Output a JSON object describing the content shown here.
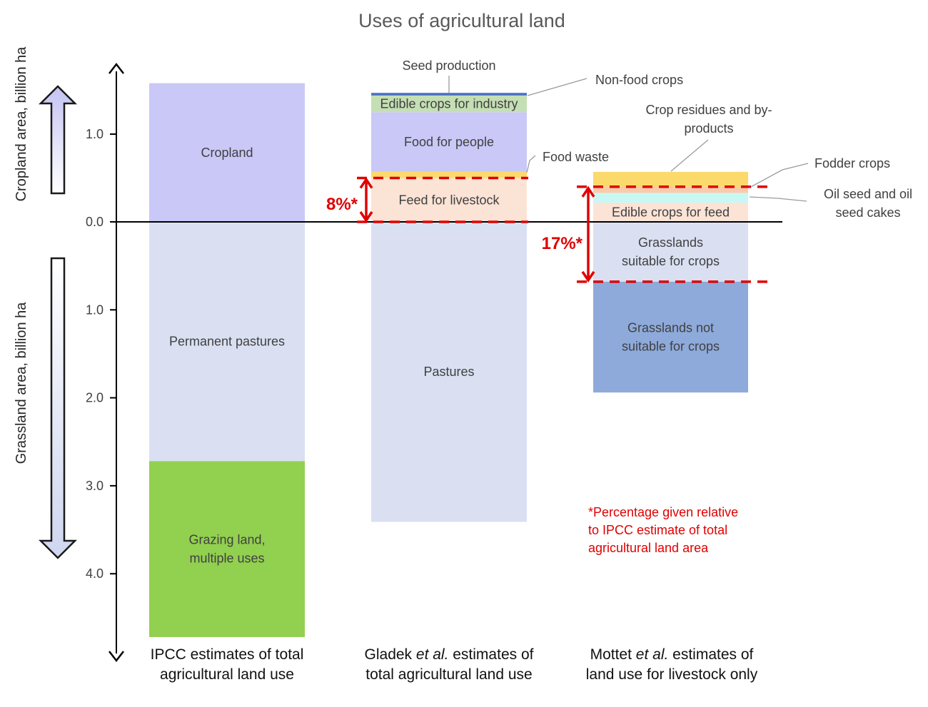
{
  "chart_data": {
    "type": "bar",
    "title": "Uses of agricultural land",
    "ylabel_up": "Cropland area, billion ha",
    "ylabel_down": "Grassland area, billion ha",
    "ylim": [
      -4.9,
      1.6
    ],
    "yticks": [
      {
        "value": 1.0,
        "label": "1.0"
      },
      {
        "value": 0.0,
        "label": "0.0"
      },
      {
        "value": -1.0,
        "label": "1.0"
      },
      {
        "value": -2.0,
        "label": "2.0"
      },
      {
        "value": -3.0,
        "label": "3.0"
      },
      {
        "value": -4.0,
        "label": "4.0"
      }
    ],
    "categories": [
      [
        "IPCC estimates of total",
        "agricultural land use"
      ],
      [
        "Gladek et al. estimates of",
        "total agricultural land use"
      ],
      [
        "Mottet et al. estimates of",
        "land use for livestock only"
      ]
    ],
    "segments": [
      {
        "col": 0,
        "from": 0.0,
        "to": 1.58,
        "color": "#c9c8f7",
        "label": [
          "Cropland"
        ]
      },
      {
        "col": 0,
        "from": -2.72,
        "to": 0.0,
        "color": "#dae0f2",
        "label": [
          "Permanent pastures"
        ]
      },
      {
        "col": 0,
        "from": -4.72,
        "to": -2.72,
        "color": "#92d050",
        "label": [
          "Grazing land,",
          "multiple uses"
        ]
      },
      {
        "col": 1,
        "from": 0.0,
        "to": 0.5,
        "color": "#fbe3d6",
        "label": [
          "Feed for livestock"
        ]
      },
      {
        "col": 1,
        "from": 0.5,
        "to": 0.57,
        "color": "#fbd96a",
        "label": []
      },
      {
        "col": 1,
        "from": 0.57,
        "to": 1.25,
        "color": "#c9c8f7",
        "label": [
          "Food for people"
        ]
      },
      {
        "col": 1,
        "from": 1.25,
        "to": 1.44,
        "color": "#c5dfb4",
        "label": [
          "Edible crops for industry"
        ]
      },
      {
        "col": 1,
        "from": 1.44,
        "to": 1.47,
        "color": "#4a72c4",
        "label": []
      },
      {
        "col": 1,
        "from": -3.41,
        "to": 0.0,
        "color": "#dae0f2",
        "label": [
          "Pastures"
        ]
      },
      {
        "col": 2,
        "from": 0.0,
        "to": 0.22,
        "color": "#fbe3d6",
        "label": [
          "Edible crops for feed"
        ]
      },
      {
        "col": 2,
        "from": 0.22,
        "to": 0.33,
        "color": "#c8f8f4",
        "label": []
      },
      {
        "col": 2,
        "from": 0.33,
        "to": 0.4,
        "color": "#f8cbad",
        "label": []
      },
      {
        "col": 2,
        "from": 0.4,
        "to": 0.57,
        "color": "#fbd96a",
        "label": []
      },
      {
        "col": 2,
        "from": -0.68,
        "to": 0.0,
        "color": "#dae0f2",
        "label": [
          "Grasslands",
          "suitable for crops"
        ]
      },
      {
        "col": 2,
        "from": -1.94,
        "to": -0.68,
        "color": "#8eaadb",
        "label": [
          "Grasslands not",
          "suitable for crops"
        ]
      }
    ],
    "brackets": [
      {
        "label": "8%*",
        "from": 0.0,
        "to": 0.5
      },
      {
        "label": "17%*",
        "from": -0.68,
        "to": 0.4
      }
    ],
    "callouts": {
      "seed_production": "Seed production",
      "non_food_crops": "Non-food crops",
      "crop_residues": [
        "Crop residues and by-",
        "products"
      ],
      "food_waste": "Food waste",
      "fodder_crops": "Fodder crops",
      "oil_seed": [
        "Oil seed and oil",
        "seed cakes"
      ]
    },
    "footnote": [
      "*Percentage given relative",
      "to IPCC estimate of total",
      "agricultural land area"
    ],
    "colors": {
      "accent_red": "#e00000",
      "text": "#404040"
    }
  }
}
